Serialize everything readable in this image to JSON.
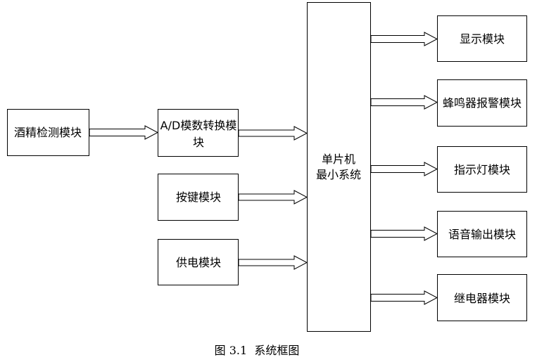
{
  "modules": {
    "alcohol_detect": "酒精检测模块",
    "ad_convert_line1": "A/D模数转换模",
    "ad_convert_line2": "块",
    "button": "按键模块",
    "power": "供电模块",
    "mcu_line1": "单片机",
    "mcu_line2": "最小系统",
    "display": "显示模块",
    "buzzer": "蜂鸣器报警模块",
    "indicator": "指示灯模块",
    "voice": "语音输出模块",
    "relay": "继电器模块"
  },
  "caption": "图 3.1  系统框图"
}
